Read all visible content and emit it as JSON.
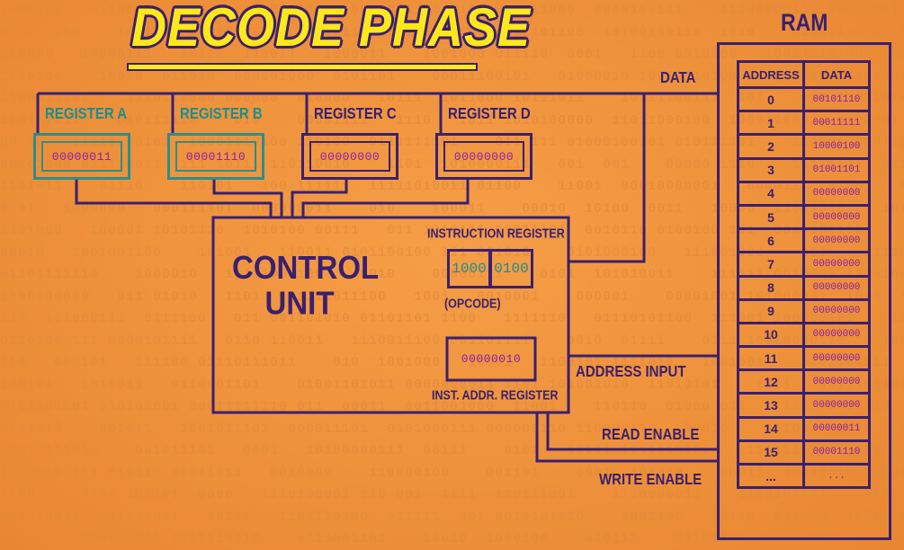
{
  "title": "DECODE PHASE",
  "registers": [
    {
      "label": "REGISTER A",
      "value": "00000011",
      "accent": "teal"
    },
    {
      "label": "REGISTER B",
      "value": "00001110",
      "accent": "teal"
    },
    {
      "label": "REGISTER C",
      "value": "00000000",
      "accent": "purple"
    },
    {
      "label": "REGISTER D",
      "value": "00000000",
      "accent": "purple"
    }
  ],
  "control_unit": {
    "title_line1": "CONTROL",
    "title_line2": "UNIT",
    "instruction_register_label": "INSTRUCTION REGISTER",
    "opcode": "1000",
    "operand": "0100",
    "opcode_label": "(OPCODE)",
    "inst_addr_value": "00000010",
    "inst_addr_label": "INST. ADDR. REGISTER"
  },
  "signals": {
    "data": "DATA",
    "address_input": "ADDRESS INPUT",
    "read_enable": "READ ENABLE",
    "write_enable": "WRITE ENABLE"
  },
  "ram": {
    "title": "RAM",
    "col_address": "ADDRESS",
    "col_data": "DATA",
    "rows": [
      {
        "address": "0",
        "data": "00101110"
      },
      {
        "address": "1",
        "data": "00011111"
      },
      {
        "address": "2",
        "data": "10000100"
      },
      {
        "address": "3",
        "data": "01001101"
      },
      {
        "address": "4",
        "data": "00000000"
      },
      {
        "address": "5",
        "data": "00000000"
      },
      {
        "address": "6",
        "data": "00000000"
      },
      {
        "address": "7",
        "data": "00000000"
      },
      {
        "address": "8",
        "data": "00000000"
      },
      {
        "address": "9",
        "data": "00000000"
      },
      {
        "address": "10",
        "data": "00000000"
      },
      {
        "address": "11",
        "data": "00000000"
      },
      {
        "address": "12",
        "data": "00000000"
      },
      {
        "address": "13",
        "data": "00000000"
      },
      {
        "address": "14",
        "data": "00000011"
      },
      {
        "address": "15",
        "data": "00001110"
      },
      {
        "address": "...",
        "data": "..."
      }
    ]
  },
  "colors": {
    "background": "#f0953e",
    "ink": "#3a2070",
    "teal": "#1f8d8c",
    "value": "#8b1fa8",
    "title_fill": "#ffe81a"
  }
}
